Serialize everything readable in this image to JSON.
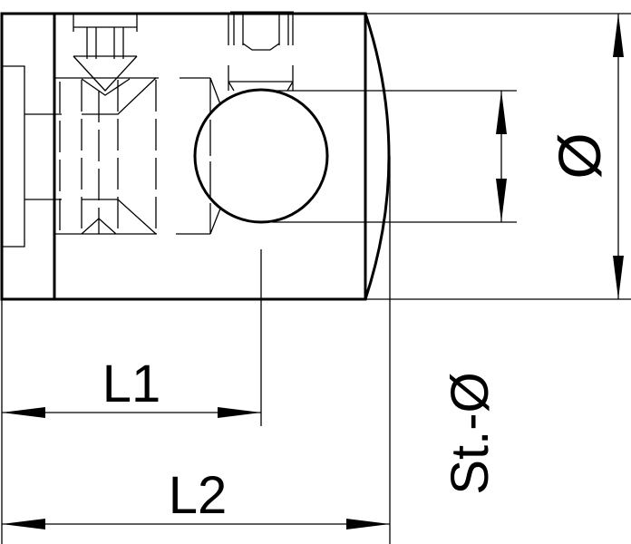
{
  "labels": {
    "l1": "L1",
    "l2": "L2",
    "diameter": "Ø",
    "rod_diameter": "St.-Ø"
  },
  "colors": {
    "line": "#000000",
    "background": "#ffffff"
  }
}
